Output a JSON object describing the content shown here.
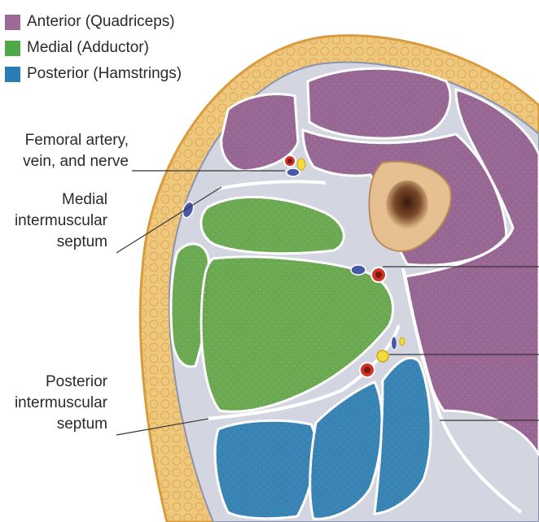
{
  "legend": {
    "items": [
      {
        "label": "Anterior (Quadriceps)",
        "color": "#9b6a97"
      },
      {
        "label": "Medial (Adductor)",
        "color": "#4fa946"
      },
      {
        "label": "Posterior (Hamstrings)",
        "color": "#2b7bb5"
      }
    ]
  },
  "labels": {
    "femoral": [
      "Femoral artery,",
      "vein, and nerve"
    ],
    "medial_septum": [
      "Medial",
      "intermuscular",
      "septum"
    ],
    "posterior_septum": [
      "Posterior",
      "intermuscular",
      "septum"
    ]
  },
  "colors": {
    "skin": "#e3a94b",
    "fat": "#efc880",
    "fascia": "#d3d6e0",
    "anterior": "#9b6a97",
    "medial": "#6fad55",
    "posterior": "#3a87b8",
    "bone": "#e7c091",
    "marrow": "#5a2e18",
    "artery": "#cf3427",
    "vein": "#4658a8",
    "nerve": "#f2dc3c"
  }
}
